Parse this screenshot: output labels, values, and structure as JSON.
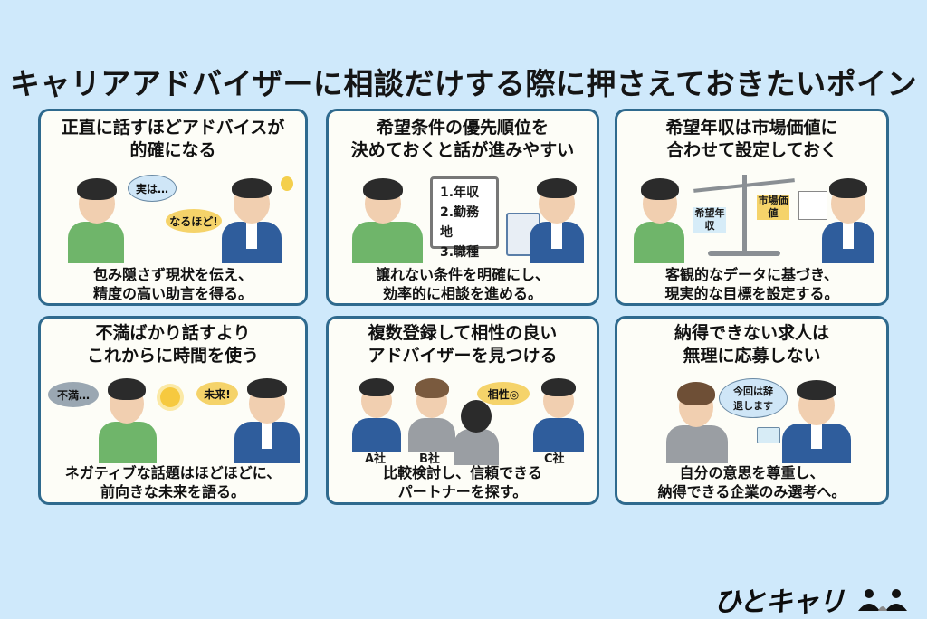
{
  "title": "キャリアアドバイザーに相談だけする際に押さえておきたいポイント",
  "cards": [
    {
      "heading_line1": "正直に話すほどアドバイスが",
      "heading_line2": "的確になる",
      "bubbles": [
        "実は…",
        "なるほど!"
      ],
      "desc_line1": "包み隠さず現状を伝え、",
      "desc_line2": "精度の高い助言を得る。"
    },
    {
      "heading_line1": "希望条件の優先順位を",
      "heading_line2": "決めておくと話が進みやすい",
      "board_items": [
        "1.年収",
        "2.勤務地",
        "3.職種"
      ],
      "desc_line1": "譲れない条件を明確にし、",
      "desc_line2": "効率的に相談を進める。"
    },
    {
      "heading_line1": "希望年収は市場価値に",
      "heading_line2": "合わせて設定しておく",
      "scale_left": "希望年収",
      "scale_right": "市場価値",
      "desc_line1": "客観的なデータに基づき、",
      "desc_line2": "現実的な目標を設定する。"
    },
    {
      "heading_line1": "不満ばかり話すより",
      "heading_line2": "これからに時間を使う",
      "bubbles": [
        "不満…",
        "未来!"
      ],
      "desc_line1": "ネガティブな話題はほどほどに、",
      "desc_line2": "前向きな未来を語る。"
    },
    {
      "heading_line1": "複数登録して相性の良い",
      "heading_line2": "アドバイザーを見つける",
      "bubbles": [
        "相性◎"
      ],
      "company_labels": [
        "A社",
        "B社",
        "C社"
      ],
      "desc_line1": "比較検討し、信頼できる",
      "desc_line2": "パートナーを探す。"
    },
    {
      "heading_line1": "納得できない求人は",
      "heading_line2": "無理に応募しない",
      "bubbles": [
        "今回は辞退します"
      ],
      "desc_line1": "自分の意思を尊重し、",
      "desc_line2": "納得できる企業のみ選考へ。"
    }
  ],
  "logo": {
    "text": "ひとキャリ",
    "icon": "people-icon"
  },
  "colors": {
    "background": "#cfe9fb",
    "card_border": "#2f6a8e",
    "card_fill": "#fdfdf7",
    "bubble_yellow": "#f5d36a",
    "bubble_blue": "#cfe6f7",
    "suit_blue": "#2f5d9c",
    "sweater_green": "#6fb56a"
  }
}
